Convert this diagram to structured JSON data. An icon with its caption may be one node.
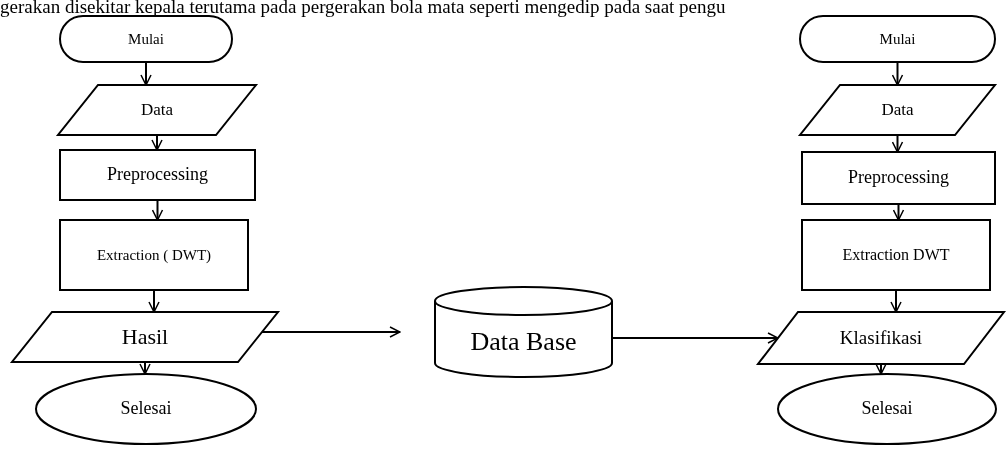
{
  "diagram": {
    "nodes": [
      {
        "text": [
          "Mulai"
        ]
      },
      {
        "text": [
          "Data"
        ]
      },
      {
        "text": [
          "Preprocessing"
        ]
      },
      {
        "text": [
          "Extraction ( DWT)"
        ]
      },
      {
        "text": [
          "Hasil"
        ]
      },
      {
        "text": [
          "Selesai"
        ]
      },
      {
        "text": [
          "Data Base"
        ]
      },
      {
        "text": [
          "Mulai"
        ]
      },
      {
        "text": [
          "Data"
        ]
      },
      {
        "text": [
          "Preprocessing"
        ]
      },
      {
        "text": [
          "Extraction DWT"
        ]
      },
      {
        "text": [
          "Klasifikasi"
        ]
      },
      {
        "text": [
          "Selesai"
        ]
      }
    ],
    "edges": [
      {
        "from": 0,
        "to": 1,
        "arrow": "to"
      },
      {
        "from": 1,
        "to": 2,
        "arrow": "to"
      },
      {
        "from": 2,
        "to": 3,
        "arrow": "to"
      },
      {
        "from": 3,
        "to": 4,
        "arrow": "to"
      },
      {
        "from": 4,
        "to": 5,
        "arrow": "to"
      },
      {
        "from": 4,
        "to": 6,
        "arrow": "to"
      },
      {
        "from": 6,
        "to": 11,
        "arrow": "to"
      },
      {
        "from": 7,
        "to": 8,
        "arrow": "to"
      },
      {
        "from": 8,
        "to": 9,
        "arrow": "to"
      },
      {
        "from": 9,
        "to": 10,
        "arrow": "to"
      },
      {
        "from": 10,
        "to": 11,
        "arrow": "to"
      },
      {
        "from": 11,
        "to": 12,
        "arrow": "to"
      }
    ],
    "labels": [
      "gerakan disekitar kepala terutama pada pergerakan bola mata seperti mengedip pada saat pengu"
    ]
  }
}
